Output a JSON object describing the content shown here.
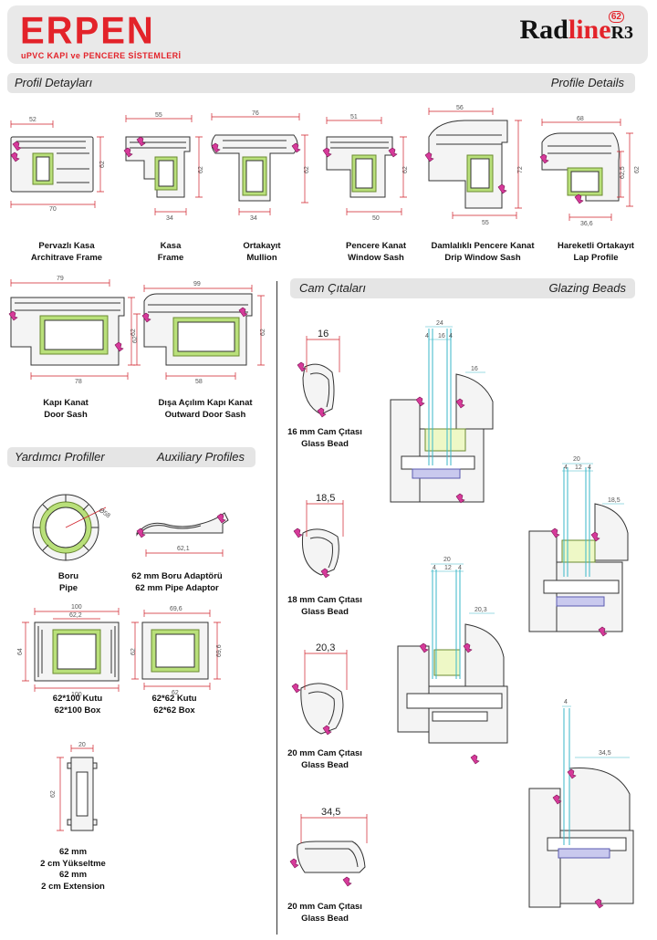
{
  "header": {
    "brand": "ERPEN",
    "tagline": "uPVC KAPI ve PENCERE SİSTEMLERİ",
    "product_a": "Rad",
    "product_b": "line",
    "product_c": "R3",
    "product_sup": "62"
  },
  "sections": {
    "profiles_tr": "Profil Detayları",
    "profiles_en": "Profile Details",
    "beads_tr": "Cam Çıtaları",
    "beads_en": "Glazing Beads",
    "aux_tr": "Yardımcı Profiller",
    "aux_en": "Auxiliary Profiles"
  },
  "profiles": [
    {
      "tr": "Pervazlı Kasa",
      "en": "Architrave Frame",
      "dims": [
        "52",
        "62",
        "70"
      ]
    },
    {
      "tr": "Kasa",
      "en": "Frame",
      "dims": [
        "55",
        "62",
        "34"
      ]
    },
    {
      "tr": "Ortakayıt",
      "en": "Mullion",
      "dims": [
        "76",
        "62",
        "34"
      ]
    },
    {
      "tr": "Pencere Kanat",
      "en": "Window Sash",
      "dims": [
        "51",
        "62",
        "50"
      ]
    },
    {
      "tr": "Damlalıklı Pencere Kanat",
      "en": "Drip Window Sash",
      "dims": [
        "56",
        "72",
        "55"
      ]
    },
    {
      "tr": "Hareketli Ortakayıt",
      "en": "Lap Profile",
      "dims": [
        "68",
        "62",
        "36,6",
        "62,5"
      ]
    },
    {
      "tr": "Kapı Kanat",
      "en": "Door Sash",
      "dims": [
        "79",
        "62",
        "78"
      ]
    },
    {
      "tr": "Dışa Açılım Kapı Kanat",
      "en": "Outward Door Sash",
      "dims": [
        "99",
        "62",
        "62",
        "58"
      ]
    }
  ],
  "aux": [
    {
      "l1": "Boru",
      "l2": "Pipe",
      "dims": [
        "Ø58"
      ]
    },
    {
      "l1": "62 mm Boru Adaptörü",
      "l2": "62 mm Pipe Adaptor",
      "dims": [
        "62,1"
      ]
    },
    {
      "l1": "62*100 Kutu",
      "l2": "62*100 Box",
      "dims": [
        "100",
        "62,2",
        "64",
        "100"
      ]
    },
    {
      "l1": "62*62 Kutu",
      "l2": "62*62 Box",
      "dims": [
        "69,6",
        "62",
        "69,6",
        "62"
      ]
    },
    {
      "l1": "62 mm",
      "l2": "2 cm Yükseltme",
      "l3": "62 mm",
      "l4": "2 cm Extension",
      "dims": [
        "20",
        "62"
      ]
    }
  ],
  "beads": [
    {
      "size": "16",
      "tr": "16 mm Cam Çıtası",
      "en": "Glass Bead"
    },
    {
      "size": "18,5",
      "tr": "18 mm Cam Çıtası",
      "en": "Glass Bead"
    },
    {
      "size": "20,3",
      "tr": "20 mm Cam Çıtası",
      "en": "Glass Bead"
    },
    {
      "size": "34,5",
      "tr": "20 mm Cam Çıtası",
      "en": "Glass Bead"
    }
  ],
  "bead_details": [
    {
      "dims": [
        "24",
        "4",
        "16",
        "4",
        "16"
      ]
    },
    {
      "dims": [
        "20",
        "4",
        "12",
        "4",
        "18,5"
      ]
    },
    {
      "dims": [
        "20",
        "4",
        "12",
        "4",
        "20,3"
      ]
    },
    {
      "dims": [
        "4",
        "34,5"
      ]
    }
  ],
  "colors": {
    "brand_red": "#e3232a",
    "dim_red": "#d0202a",
    "gasket": "#d63a9a",
    "fill_green": "#b9e07a",
    "glass": "#3ab7c8"
  }
}
